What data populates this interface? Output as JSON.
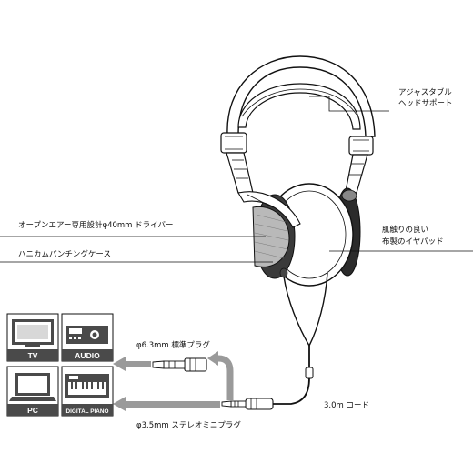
{
  "callouts": {
    "adjustable_headband": [
      "アジャスタブル",
      "ヘッドサポート"
    ],
    "driver": "オープンエアー専用設計φ40mm ドライバー",
    "earpads": [
      "肌触りの良い",
      "布製のイヤパッド"
    ],
    "honeycomb_case": "ハニカムパンチングケース",
    "plug_6_3": "φ6.3mm 標準プラグ",
    "plug_3_5": "φ3.5mm ステレオミニプラグ",
    "cord": "3.0m コード"
  },
  "devices": [
    {
      "label": "TV",
      "icon": "tv-icon"
    },
    {
      "label": "AUDIO",
      "icon": "audio-receiver-icon"
    },
    {
      "label": "PC",
      "icon": "laptop-icon"
    },
    {
      "label": "DIGITAL PIANO",
      "icon": "keyboard-icon"
    }
  ],
  "colors": {
    "line": "#111111",
    "arrow": "#9a9a9a",
    "device_fill": "#4a4a4a"
  }
}
